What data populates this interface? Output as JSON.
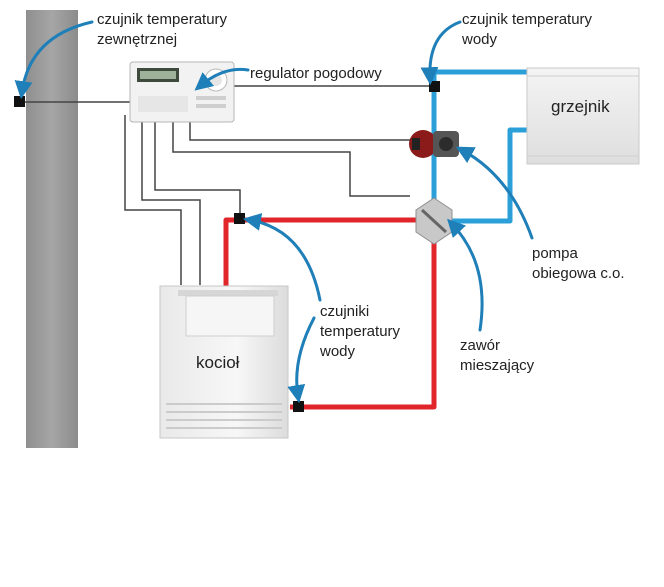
{
  "colors": {
    "hot_pipe": "#e0262b",
    "cold_pipe": "#2a9fd8",
    "wire": "#444444",
    "sensor": "#111111",
    "callout_arrow": "#1f7fb8",
    "wall": "#9a9a9a"
  },
  "labels": {
    "outdoor_sensor": [
      "czujnik temperatury",
      "zewnętrznej"
    ],
    "water_sensor_top": [
      "czujnik temperatury",
      "wody"
    ],
    "controller": "regulator pogodowy",
    "radiator": "grzejnik",
    "pump": [
      "pompa",
      "obiegowa c.o."
    ],
    "water_sensors": [
      "czujniki",
      "temperatury",
      "wody"
    ],
    "mixing_valve": [
      "zawór",
      "mieszający"
    ],
    "boiler": "kocioł"
  },
  "icons": [
    "controller-icon",
    "boiler-icon",
    "radiator-icon",
    "pump-icon",
    "mixing-valve-icon",
    "sensor-icon"
  ]
}
